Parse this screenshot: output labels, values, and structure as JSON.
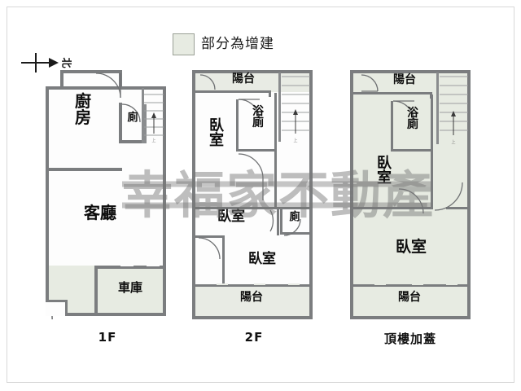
{
  "document": {
    "type": "floor-plan",
    "watermark": "幸福家不動產"
  },
  "legend": {
    "swatch_color": "#e7ebe2",
    "label": "部分為增建"
  },
  "compass": {
    "label": "北",
    "direction": "right"
  },
  "floors": [
    {
      "id": "1F",
      "caption": "1F",
      "rooms": [
        {
          "name": "廚房",
          "label": "廚\n房"
        },
        {
          "name": "廁",
          "label": "廁"
        },
        {
          "name": "客廳",
          "label": "客廳"
        },
        {
          "name": "車庫",
          "label": "車庫"
        }
      ],
      "stairs_label": "上"
    },
    {
      "id": "2F",
      "caption": "2F",
      "rooms": [
        {
          "name": "陽台-上",
          "label": "陽台"
        },
        {
          "name": "浴廁",
          "label": "浴\n廁"
        },
        {
          "name": "臥室-1",
          "label": "臥\n室"
        },
        {
          "name": "臥室-2",
          "label": "臥室"
        },
        {
          "name": "廁",
          "label": "廁"
        },
        {
          "name": "臥室-3",
          "label": "臥室"
        },
        {
          "name": "陽台-下",
          "label": "陽台"
        }
      ],
      "stairs_label": "上"
    },
    {
      "id": "3F",
      "caption": "頂樓加蓋",
      "rooms": [
        {
          "name": "陽台-上",
          "label": "陽台"
        },
        {
          "name": "浴廁",
          "label": "浴\n廁"
        },
        {
          "name": "臥室-1",
          "label": "臥\n室"
        },
        {
          "name": "臥室-2",
          "label": "臥室"
        },
        {
          "name": "陽台-下",
          "label": "陽台"
        }
      ],
      "stairs_label": "上"
    }
  ]
}
